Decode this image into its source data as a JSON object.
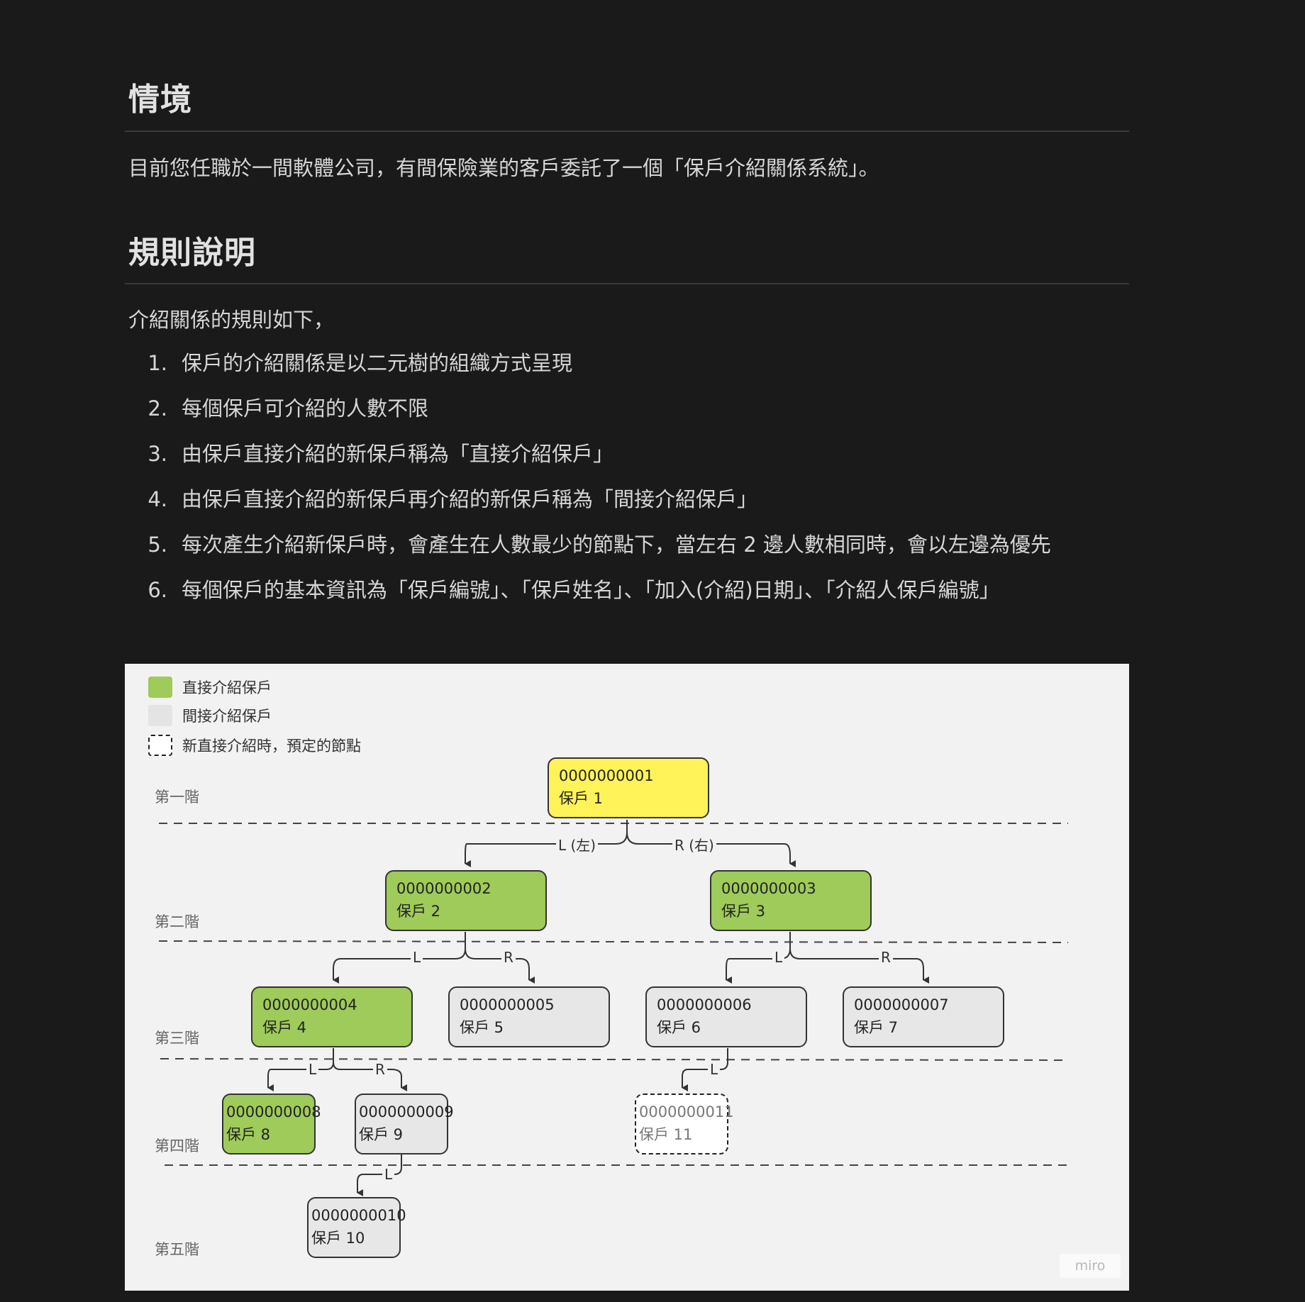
{
  "sections": {
    "scenario_title": "情境",
    "scenario_text": "目前您任職於一間軟體公司，有間保險業的客戶委託了一個「保戶介紹關係系統」。",
    "rules_title": "規則說明",
    "rules_intro": "介紹關係的規則如下，",
    "rules": [
      {
        "num": "1.",
        "text": "保戶的介紹關係是以二元樹的組織方式呈現"
      },
      {
        "num": "2.",
        "text": "每個保戶可介紹的人數不限"
      },
      {
        "num": "3.",
        "text": "由保戶直接介紹的新保戶稱為「直接介紹保戶」"
      },
      {
        "num": "4.",
        "text": "由保戶直接介紹的新保戶再介紹的新保戶稱為「間接介紹保戶」"
      },
      {
        "num": "5.",
        "text": "每次產生介紹新保戶時，會產生在人數最少的節點下，當左右 2 邊人數相同時，會以左邊為優先"
      },
      {
        "num": "6.",
        "text": "每個保戶的基本資訊為「保戶編號」、「保戶姓名」、「加入(介紹)日期」、「介紹人保戶編號」"
      }
    ]
  },
  "diagram": {
    "legend": {
      "direct": "直接介紹保戶",
      "indirect": "間接介紹保戶",
      "planned": "新直接介紹時，預定的節點"
    },
    "levels": [
      "第一階",
      "第二階",
      "第三階",
      "第四階",
      "第五階"
    ],
    "edge_labels": {
      "root_left": "L (左)",
      "root_right": "R (右)",
      "left": "L",
      "right": "R"
    },
    "nodes": [
      {
        "id": "0000000001",
        "name": "保戶 1"
      },
      {
        "id": "0000000002",
        "name": "保戶 2"
      },
      {
        "id": "0000000003",
        "name": "保戶 3"
      },
      {
        "id": "0000000004",
        "name": "保戶 4"
      },
      {
        "id": "0000000005",
        "name": "保戶 5"
      },
      {
        "id": "0000000006",
        "name": "保戶 6"
      },
      {
        "id": "0000000007",
        "name": "保戶 7"
      },
      {
        "id": "0000000008",
        "name": "保戶 8"
      },
      {
        "id": "0000000009",
        "name": "保戶 9"
      },
      {
        "id": "0000000010",
        "name": "保戶 10"
      },
      {
        "id": "0000000011",
        "name": "保戶 11"
      }
    ],
    "colors": {
      "root": "#fff359",
      "direct": "#9ecb59",
      "indirect": "#e7e7e7",
      "planned": "#ffffff"
    },
    "watermark": "miro"
  }
}
